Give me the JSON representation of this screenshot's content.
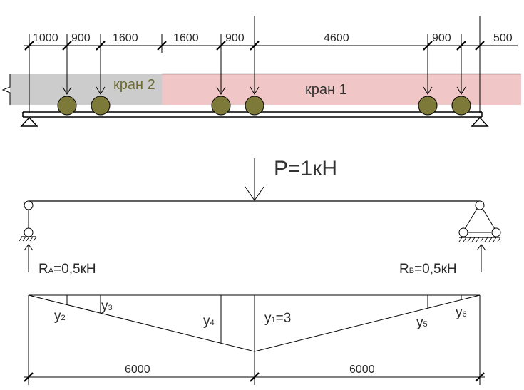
{
  "colors": {
    "crane1_fill": "#f0c6c6",
    "crane2_fill": "#cccccc",
    "wheel_fill": "#7d7a39",
    "crane2_label": "#6b6b32",
    "crane1_label": "#333333",
    "line": "#000000"
  },
  "dimensions": {
    "d1": "1000",
    "d2": "900",
    "d3": "1600",
    "d4": "1600",
    "d5": "900",
    "d6": "4600",
    "d7": "900",
    "d8": "500"
  },
  "cranes": {
    "crane1": "кран 1",
    "crane2": "кран 2"
  },
  "load": {
    "label": "P=1кН"
  },
  "reactions": {
    "a_prefix": "R",
    "a_sub": "A",
    "a_value": "=0,5кН",
    "b_prefix": "R",
    "b_sub": "B",
    "b_value": "=0,5кН"
  },
  "influence": {
    "y1_prefix": "y",
    "y1_sub": "1",
    "y1_value": "=3",
    "y2_prefix": "y",
    "y2_sub": "2",
    "y3_prefix": "y",
    "y3_sub": "3",
    "y4_prefix": "y",
    "y4_sub": "4",
    "y5_prefix": "y",
    "y5_sub": "5",
    "y6_prefix": "y",
    "y6_sub": "6"
  },
  "spans": {
    "left": "6000",
    "right": "6000"
  }
}
